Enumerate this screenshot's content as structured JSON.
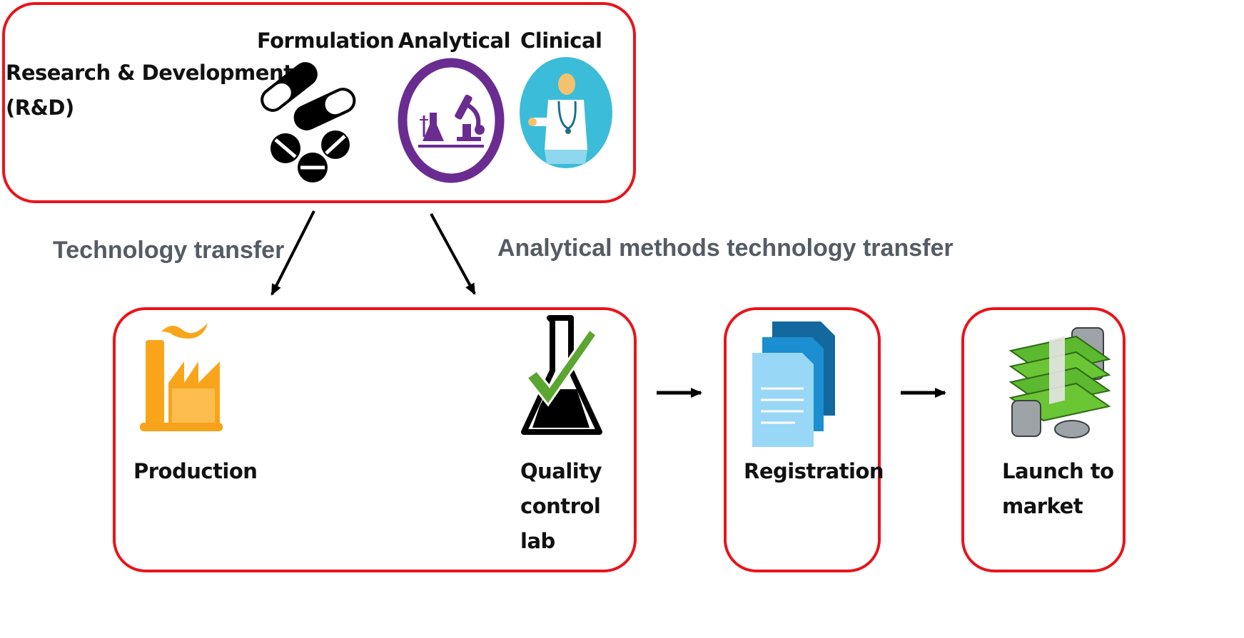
{
  "rnd": {
    "title_line1": "Research & Development",
    "title_line2": "(R&D)",
    "formulation": "Formulation",
    "analytical": "Analytical",
    "clinical": "Clinical"
  },
  "flows": {
    "technology_transfer": "Technology transfer",
    "analytical_transfer": "Analytical methods technology transfer"
  },
  "manufacturing": {
    "production": "Production",
    "qc_line1": "Quality",
    "qc_line2": "control",
    "qc_line3": "lab"
  },
  "registration": {
    "label": "Registration"
  },
  "launch": {
    "line1": "Launch to",
    "line2": "market"
  },
  "colors": {
    "box_border": "#e8141b",
    "analytical_purple": "#6a2c91",
    "clinical_blue": "#3bbcd9",
    "factory_orange": "#f9a51b",
    "check_green": "#5aa631",
    "doc_blue": "#1b8fd1",
    "money_green": "#5cb82e",
    "flow_text_gray": "#555b63"
  },
  "icons": [
    "pills-icon",
    "lab-analysis-icon",
    "doctor-icon",
    "factory-icon",
    "flask-check-icon",
    "documents-icon",
    "money-icon"
  ]
}
